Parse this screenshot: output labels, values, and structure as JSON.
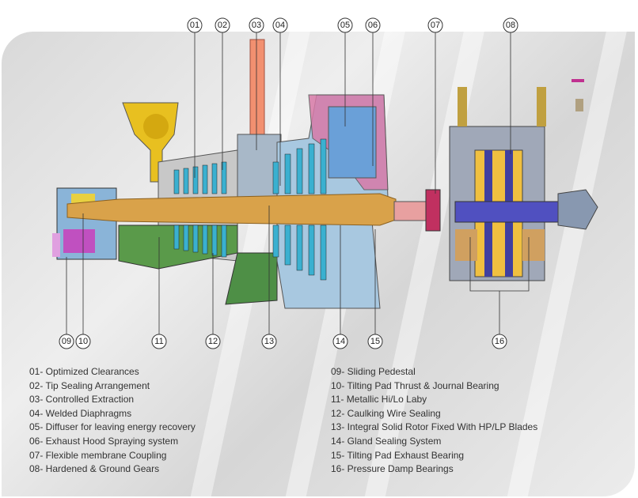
{
  "callouts_top": [
    "01",
    "02",
    "03",
    "04",
    "05",
    "06",
    "07",
    "08"
  ],
  "callouts_bottom": [
    "09",
    "10",
    "11",
    "12",
    "13",
    "14",
    "15",
    "16"
  ],
  "legend_left": [
    "01- Optimized Clearances",
    "02- Tip Sealing Arrangement",
    "03- Controlled Extraction",
    "04- Welded Diaphragms",
    "05- Diffuser for leaving energy recovery",
    "06- Exhaust Hood Spraying system",
    "07- Flexible membrane Coupling",
    "08- Hardened & Ground Gears"
  ],
  "legend_right": [
    "09- Sliding Pedestal",
    "10- Tilting Pad Thrust & Journal Bearing",
    "11- Metallic Hi/Lo Laby",
    "12- Caulking Wire Sealing",
    "13- Integral Solid Rotor Fixed With HP/LP Blades",
    "14- Gland Sealing System",
    "15- Tilting Pad Exhaust Bearing",
    "16- Pressure Damp Bearings"
  ],
  "colors": {
    "rotor": "#d9a24a",
    "casing": "#a8c8e0",
    "hood": "#d87aa8",
    "valve": "#e8c020",
    "pedestal": "#5a9a4a",
    "gear": "#f0c040"
  }
}
